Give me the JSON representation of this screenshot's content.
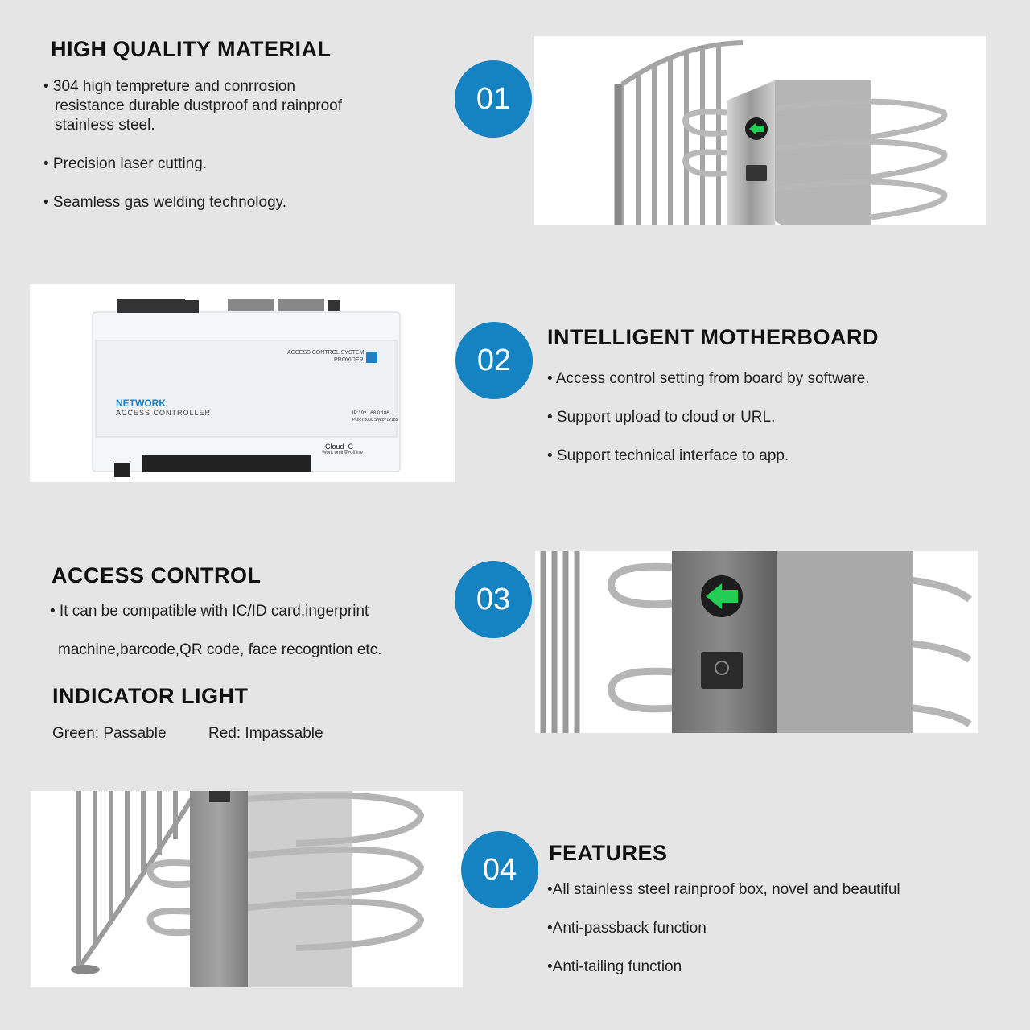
{
  "section1": {
    "heading": "HIGH QUALITY MATERIAL",
    "bullets": [
      "• 304 high tempreture and conrrosion",
      "resistance durable dustproof and rainproof",
      "stainless steel.",
      "• Precision laser cutting.",
      "• Seamless gas welding technology."
    ],
    "badge": "01"
  },
  "section2": {
    "heading": "INTELLIGENT MOTHERBOARD",
    "bullets": [
      "• Access control setting from board by software.",
      "• Support upload to cloud or URL.",
      "• Support technical interface to app."
    ],
    "badge": "02",
    "board": {
      "network": "NETWORK",
      "controller": "ACCESS CONTROLLER",
      "provider_1": "ACCESS CONTROL SYSTEM",
      "provider_2": "PROVIDER",
      "cloud": "Cloud_C",
      "cloud_sub": "Work online+offline",
      "ip": "IP:192.168.0.186",
      "port": "PORT:8000 S/N:8712185"
    }
  },
  "section3": {
    "heading": "ACCESS CONTROL",
    "bullets": [
      "• It can be compatible with IC/ID card,ingerprint",
      "machine,barcode,QR code, face recogntion etc."
    ],
    "badge": "03",
    "indicator_heading": "INDICATOR LIGHT",
    "green_label": "Green: Passable",
    "red_label": "Red: Impassable"
  },
  "section4": {
    "heading": "FEATURES",
    "bullets": [
      "•All stainless steel rainproof box, novel and beautiful",
      "•Anti-passback function",
      "•Anti-tailing function"
    ],
    "badge": "04"
  },
  "colors": {
    "badge": "#1583c2",
    "background": "#e5e5e5",
    "led": "#22cc55"
  }
}
